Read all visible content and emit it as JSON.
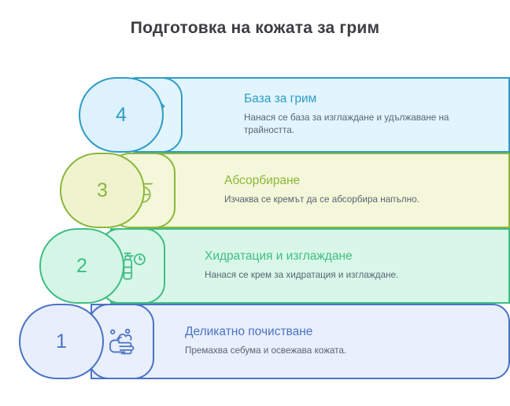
{
  "title": "Подготовка на кожата за грим",
  "steps": [
    {
      "number": "4",
      "title": "База за грим",
      "desc": "Нанася се база за изглаждане и удължаване на трайността.",
      "icon": "face-makeup-brush-icon",
      "accent": "#2e9cc6",
      "fill": "#e2f5fd",
      "num_fill": "#ddf2fc"
    },
    {
      "number": "3",
      "title": "Абсорбиране",
      "desc": "Изчаква се кремът да се абсорбира напълно.",
      "icon": "hanging-clock-icon",
      "accent": "#8bb63b",
      "fill": "#f4f7d9",
      "num_fill": "#eff4cf"
    },
    {
      "number": "2",
      "title": "Хидратация и изглаждане",
      "desc": "Нанася се крем за хидратация и изглаждане.",
      "icon": "pump-bottle-clock-icon",
      "accent": "#3fbd84",
      "fill": "#d9f7e9",
      "num_fill": "#d5f6e6"
    },
    {
      "number": "1",
      "title": "Деликатно почистване",
      "desc": "Премахва себума и освежава кожата.",
      "icon": "washing-hands-foam-icon",
      "accent": "#4a73c4",
      "fill": "#e9effb",
      "num_fill": "#e8eefb"
    }
  ]
}
